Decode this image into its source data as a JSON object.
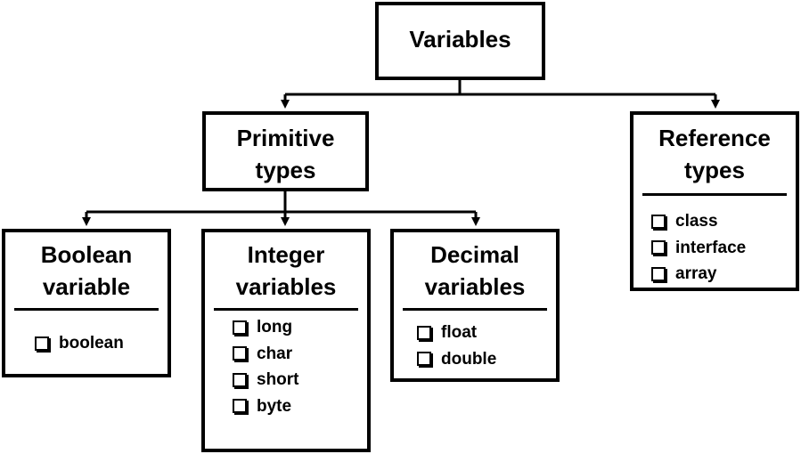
{
  "root": {
    "label": "Variables"
  },
  "primitive": {
    "label": "Primitive types"
  },
  "reference": {
    "label": "Reference types",
    "items": [
      "class",
      "interface",
      "array"
    ]
  },
  "boolean": {
    "label": "Boolean variable",
    "items": [
      "boolean"
    ]
  },
  "integer": {
    "label": "Integer variables",
    "items": [
      "long",
      "char",
      "short",
      "byte"
    ]
  },
  "decimal": {
    "label": "Decimal variables",
    "items": [
      "float",
      "double"
    ]
  },
  "colors": {
    "line": "#000000",
    "background": "#ffffff"
  },
  "icons": {
    "bullet": "checkbox-icon"
  }
}
